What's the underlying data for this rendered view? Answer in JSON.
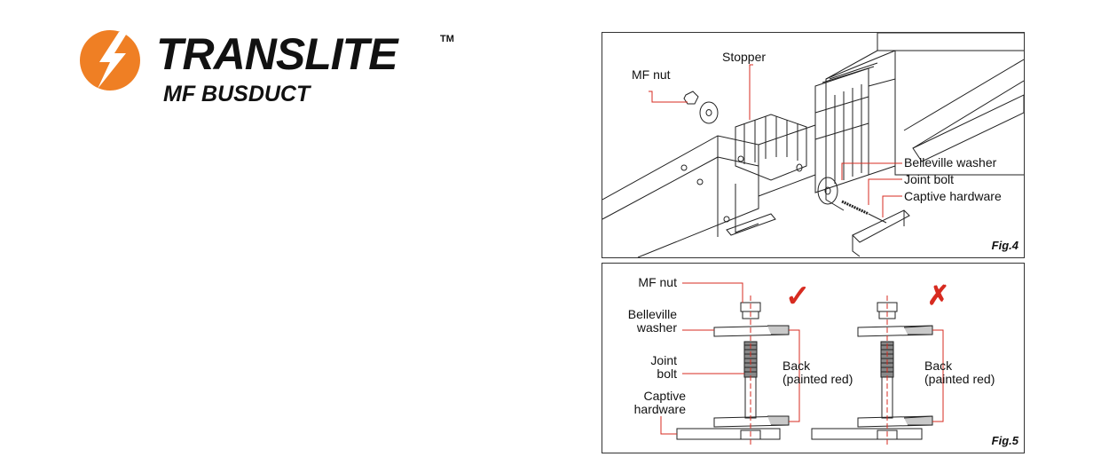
{
  "brand": {
    "name": "TRANSLITE",
    "trademark": "TM",
    "product": "MF BUSDUCT",
    "accent_color": "#ef7f24"
  },
  "fig4": {
    "label": "Fig.4",
    "callouts": {
      "mf_nut": "MF nut",
      "stopper": "Stopper",
      "belleville_washer": "Belleville washer",
      "joint_bolt": "Joint bolt",
      "captive_hardware": "Captive hardware"
    }
  },
  "fig5": {
    "label": "Fig.5",
    "left_callouts": {
      "mf_nut": "MF nut",
      "belleville_1": "Belleville",
      "belleville_2": "washer",
      "joint_1": "Joint",
      "joint_2": "bolt",
      "captive_1": "Captive",
      "captive_2": "hardware"
    },
    "correct": {
      "mark": "✓",
      "back_1": "Back",
      "back_2": "(painted red)"
    },
    "incorrect": {
      "mark": "✗",
      "back_1": "Back",
      "back_2": "(painted red)"
    },
    "colors": {
      "leader": "#d72b20",
      "check": "#d72b20",
      "cross": "#d72b20"
    }
  }
}
